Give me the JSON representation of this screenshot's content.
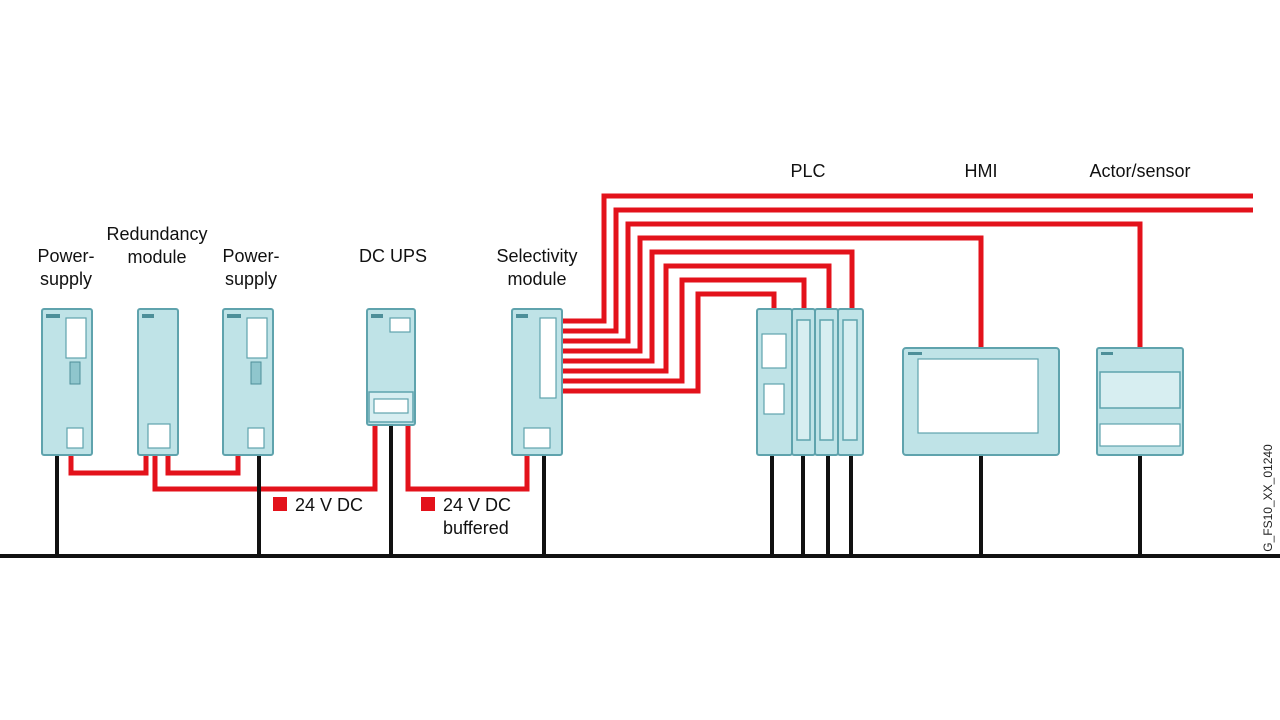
{
  "labels": {
    "power_supply_1": [
      "Power-",
      "supply"
    ],
    "redundancy_module": [
      "Redundancy",
      "module"
    ],
    "power_supply_2": [
      "Power-",
      "supply"
    ],
    "dc_ups": [
      "DC UPS"
    ],
    "selectivity_module": [
      "Selectivity",
      "module"
    ],
    "plc": [
      "PLC"
    ],
    "hmi": [
      "HMI"
    ],
    "actor_sensor": [
      "Actor/sensor"
    ]
  },
  "legend": {
    "dc_24v": "24 V DC",
    "dc_24v_buffered": [
      "24 V DC",
      "buffered"
    ]
  },
  "figure_code": "G_FS10_XX_01240",
  "colors": {
    "power_line": "#e3121b",
    "ground_bus": "#111111",
    "module_fill": "#bfe3e7",
    "module_stroke": "#5fa3ad"
  }
}
